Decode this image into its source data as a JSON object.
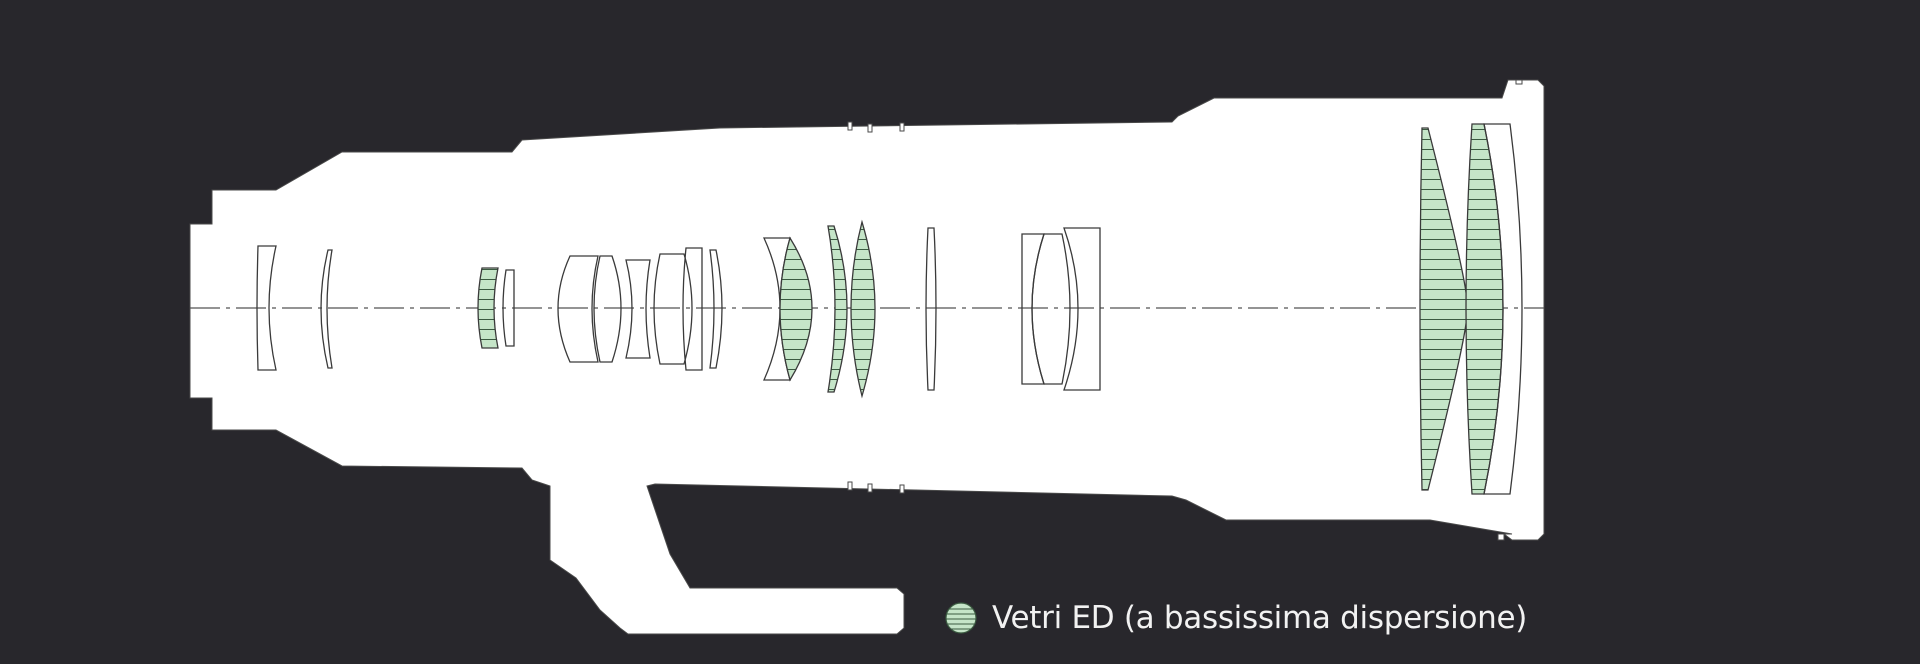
{
  "colors": {
    "background": "#28272c",
    "lens_body": "#ffffff",
    "outline": "#3a3a3a",
    "ed_glass_fill": "#c5e5c8",
    "ed_glass_stroke": "#3a5a40",
    "axis": "#555555",
    "legend_text": "#f2f2f2"
  },
  "legend": {
    "icon": "ed-glass-swatch-icon",
    "label": "Vetri ED (a bassissima dispersione)"
  },
  "elements": [
    {
      "id": "e1",
      "ed": false
    },
    {
      "id": "e2",
      "ed": false
    },
    {
      "id": "e3",
      "ed": true
    },
    {
      "id": "e4",
      "ed": false
    },
    {
      "id": "e5",
      "ed": false
    },
    {
      "id": "e6",
      "ed": false
    },
    {
      "id": "e7",
      "ed": false
    },
    {
      "id": "e8",
      "ed": false
    },
    {
      "id": "e9",
      "ed": false
    },
    {
      "id": "e10",
      "ed": true
    },
    {
      "id": "e11",
      "ed": true
    },
    {
      "id": "e12",
      "ed": true
    },
    {
      "id": "e13",
      "ed": false
    },
    {
      "id": "e14",
      "ed": false
    },
    {
      "id": "e15",
      "ed": false
    },
    {
      "id": "e16",
      "ed": true
    },
    {
      "id": "e17",
      "ed": true
    }
  ]
}
